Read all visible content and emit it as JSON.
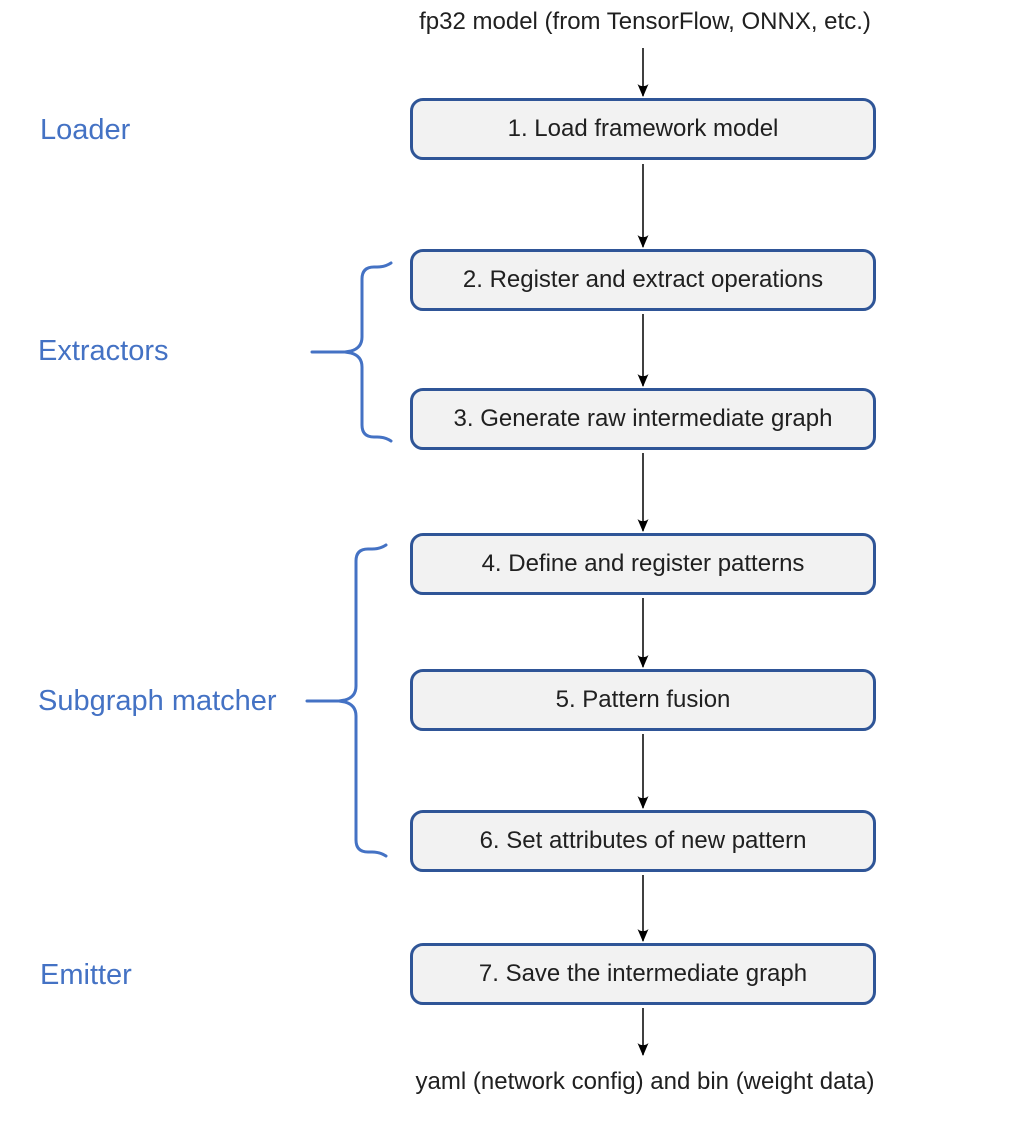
{
  "diagram": {
    "input_label": "fp32 model (from TensorFlow, ONNX, etc.)",
    "output_label": "yaml (network config) and bin (weight data)",
    "steps": [
      {
        "label": "1. Load framework model"
      },
      {
        "label": "2. Register and extract operations"
      },
      {
        "label": "3. Generate raw intermediate graph"
      },
      {
        "label": "4. Define and register patterns"
      },
      {
        "label": "5. Pattern fusion"
      },
      {
        "label": "6. Set attributes of new pattern"
      },
      {
        "label": "7. Save the intermediate graph"
      }
    ],
    "stage_labels": [
      {
        "label": "Loader"
      },
      {
        "label": "Extractors"
      },
      {
        "label": "Subgraph matcher"
      },
      {
        "label": "Emitter"
      }
    ],
    "colors": {
      "background": "#FFFFFF",
      "box_border": "#2F5597",
      "box_fill": "#F2F2F2",
      "stage_label": "#4472C4",
      "arrow": "#000000",
      "text": "#202020"
    }
  }
}
